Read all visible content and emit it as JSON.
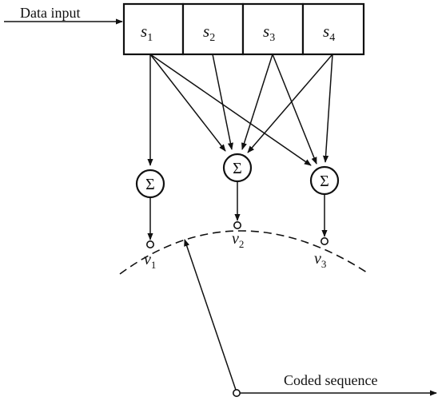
{
  "diagram": {
    "data_input_label": "Data input",
    "coded_sequence_label": "Coded sequence",
    "register": {
      "cells": [
        {
          "name": "s",
          "sub": "1"
        },
        {
          "name": "s",
          "sub": "2"
        },
        {
          "name": "s",
          "sub": "3"
        },
        {
          "name": "s",
          "sub": "4"
        }
      ]
    },
    "adders": [
      {
        "symbol": "Σ"
      },
      {
        "symbol": "Σ"
      },
      {
        "symbol": "Σ"
      }
    ],
    "outputs": [
      {
        "name": "v",
        "sub": "1"
      },
      {
        "name": "v",
        "sub": "2"
      },
      {
        "name": "v",
        "sub": "3"
      }
    ]
  }
}
